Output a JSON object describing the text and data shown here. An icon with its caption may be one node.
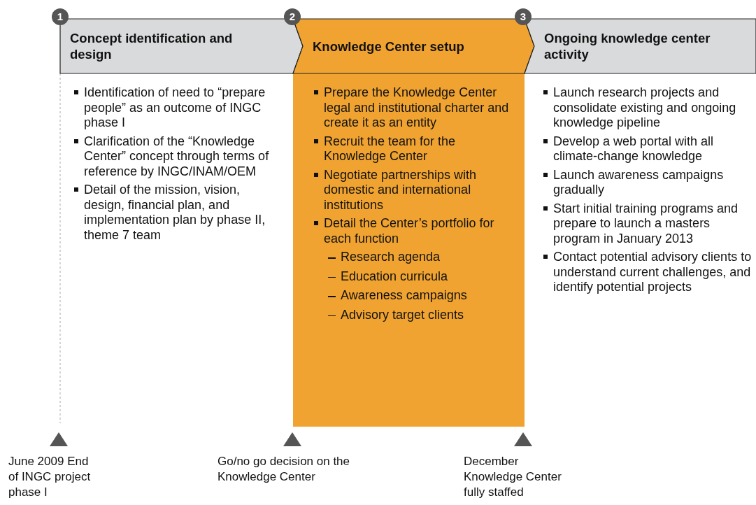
{
  "diagram": {
    "nodes": [
      {
        "text": [
          "Concept identification and design"
        ]
      },
      {
        "text": [
          "Knowledge Center setup"
        ]
      },
      {
        "text": [
          "Ongoing knowledge center activity"
        ]
      },
      {
        "text": [
          "Prepare the Knowledge Center legal and institutional charter and create it as an entity",
          "Recruit the team for the Knowledge Center",
          "Negotiate partnerships with domestic and international institutions",
          "Detail the Center’s portfolio for each function",
          "Research agenda",
          "Education curricula",
          "Awareness campaigns",
          "Advisory target clients"
        ]
      }
    ],
    "edges": [],
    "labels": [
      "1",
      "2",
      "3",
      "Identification of need to “prepare people” as an outcome of INGC phase I",
      "Clarification of the “Knowledge Center” concept through terms of reference by INGC/INAM/OEM",
      "Detail of the mission, vision, design, financial plan, and implementation plan by phase II, theme 7 team",
      "Launch research projects and consolidate existing and ongoing knowledge pipeline",
      "Develop a web portal with all climate-change knowledge",
      "Launch awareness campaigns gradually",
      "Start initial training programs and prepare to launch a masters program in January 2013",
      "Contact potential advisory clients to understand current challenges, and identify potential projects",
      "June 2009 End of INGC project phase I",
      "Go/no go decision on the Knowledge Center",
      "December Knowledge Center fully staffed"
    ]
  }
}
